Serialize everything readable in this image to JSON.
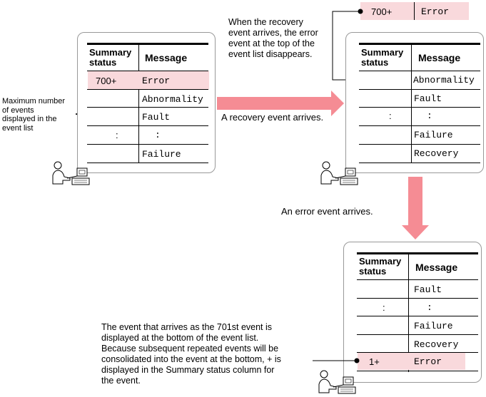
{
  "annotations": {
    "max_events_note": [
      "Maximum number",
      "of events",
      "displayed in the",
      "event list"
    ],
    "recovery_note": [
      "When the recovery",
      "event arrives, the error",
      "event at the top of the",
      "event list disappears."
    ],
    "recovery_arrives": "A recovery event arrives.",
    "error_arrives": "An error event arrives.",
    "bottom_note": [
      "The event that arrives as the 701st event is",
      "displayed at the bottom of the event list.",
      "Because subsequent repeated events will be",
      "consolidated into the event at the bottom, + is",
      "displayed in the Summary status column for",
      "the event."
    ]
  },
  "header": {
    "summary_line1": "Summary",
    "summary_line2": "status",
    "message": "Message"
  },
  "panel1": {
    "rows": [
      {
        "status": "700+",
        "message": "Error"
      },
      {
        "status": "",
        "message": "Abnormality"
      },
      {
        "status": "",
        "message": "Fault"
      },
      {
        "status": ":",
        "message": ":"
      },
      {
        "status": "",
        "message": "Failure"
      }
    ]
  },
  "removed_row": {
    "status": "700+",
    "message": "Error"
  },
  "panel2": {
    "rows": [
      {
        "status": "",
        "message": "Abnormality"
      },
      {
        "status": "",
        "message": "Fault"
      },
      {
        "status": ":",
        "message": ":"
      },
      {
        "status": "",
        "message": "Failure"
      },
      {
        "status": "",
        "message": "Recovery"
      }
    ]
  },
  "panel3": {
    "rows": [
      {
        "status": "",
        "message": "Fault"
      },
      {
        "status": ":",
        "message": ":"
      },
      {
        "status": "",
        "message": "Failure"
      },
      {
        "status": "",
        "message": "Recovery"
      },
      {
        "status": "1+",
        "message": "Error"
      }
    ]
  },
  "colors": {
    "highlight": "#f9d9dc",
    "arrow": "#f58c94",
    "border": "#999999"
  }
}
